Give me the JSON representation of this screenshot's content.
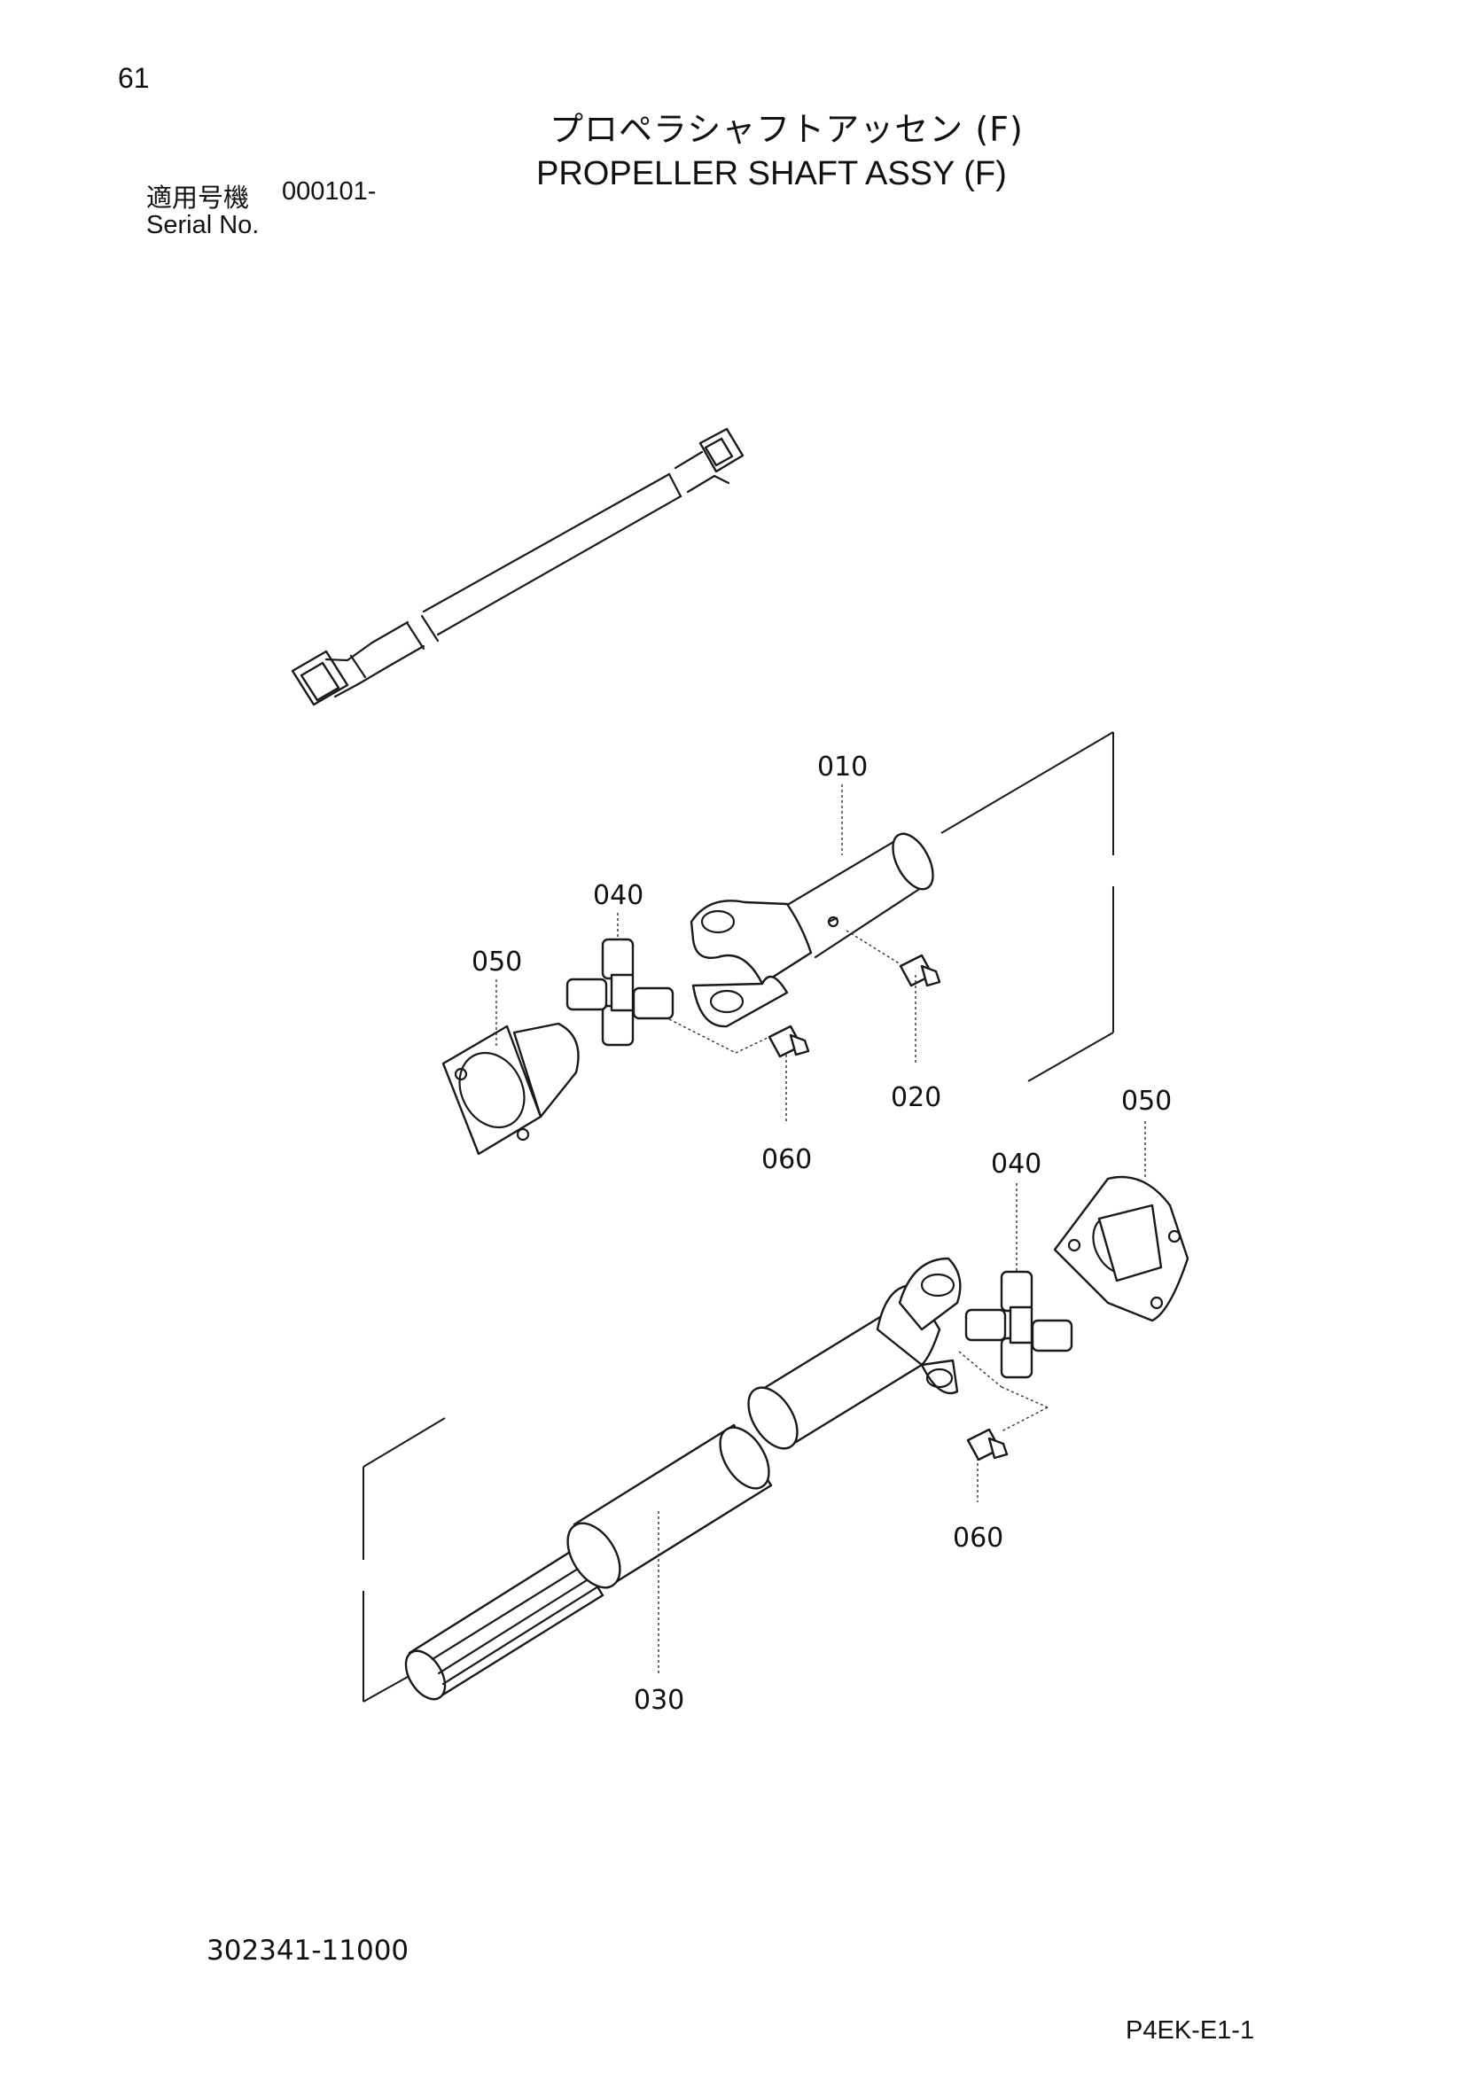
{
  "header": {
    "page_number": "61",
    "title_jp": "プロペラシャフトアッセン (F)",
    "title_en": "PROPELLER SHAFT ASSY (F)",
    "serial_label_jp": "適用号機",
    "serial_value": "000101-",
    "serial_label_en": "Serial No."
  },
  "callouts": {
    "c010": "010",
    "c020": "020",
    "c030": "030",
    "c040_upper": "040",
    "c040_lower": "040",
    "c050_upper": "050",
    "c050_lower": "050",
    "c060_upper": "060",
    "c060_lower": "060"
  },
  "footer": {
    "part_drawing_number": "302341-11000",
    "page_code": "P4EK-E1-1"
  }
}
